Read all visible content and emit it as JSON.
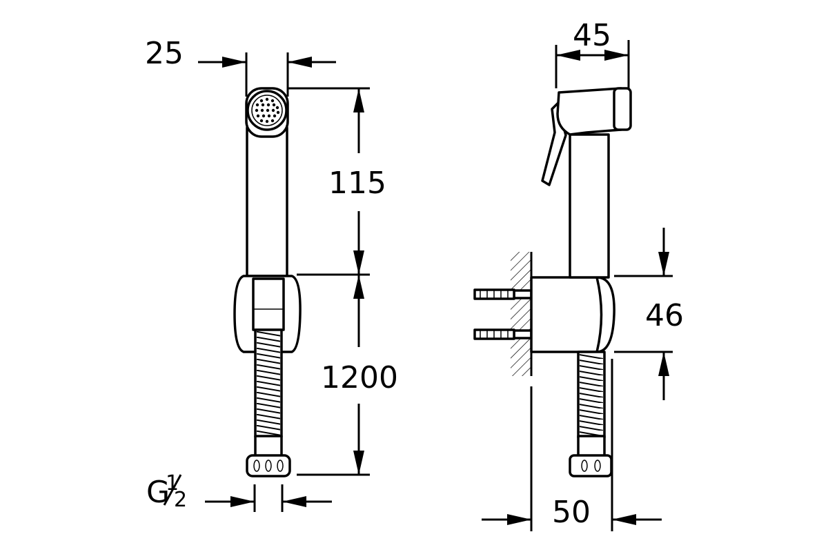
{
  "front_view": {
    "dimensions": {
      "head_width": "25",
      "handle_height": "115",
      "hose_length": "1200",
      "connection_thread": "G",
      "connection_fraction_num": "1",
      "connection_fraction_den": "2"
    }
  },
  "side_view": {
    "dimensions": {
      "head_length": "45",
      "holder_height": "46",
      "wall_offset": "50"
    }
  }
}
